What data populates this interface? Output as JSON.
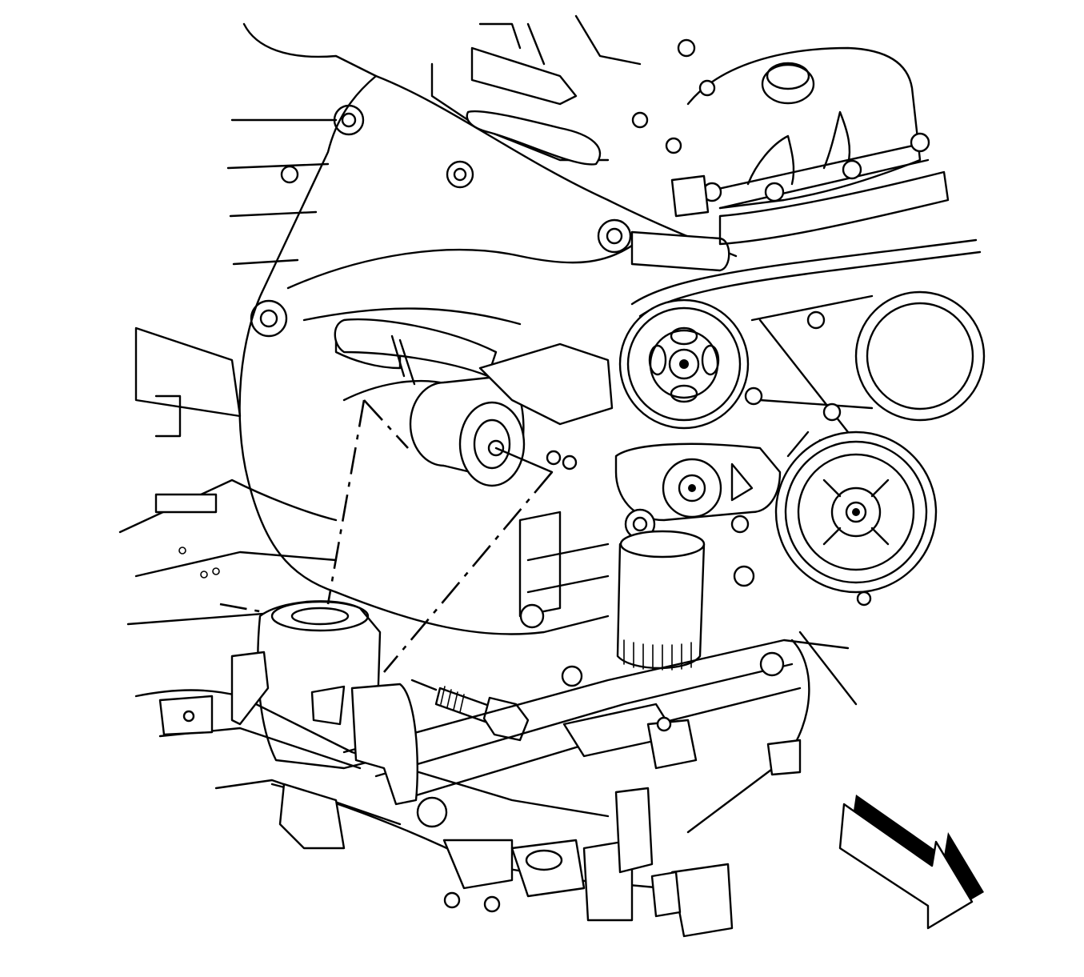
{
  "figure": {
    "kind": "line-art service illustration",
    "components": [
      "engine-block",
      "valve-cover",
      "oil-fill-cap",
      "coolant-hose",
      "accessory-drive-belt",
      "idler-pulley",
      "crankshaft-pulley",
      "belt-tensioner",
      "oil-filter",
      "engine-mount",
      "mount-bolt",
      "frame-crossmember",
      "transmission-housing"
    ],
    "icons": [
      "direction-arrow-icon"
    ],
    "colors": {
      "line": "#000000",
      "background": "#ffffff",
      "arrow_fill": "#000000"
    }
  }
}
